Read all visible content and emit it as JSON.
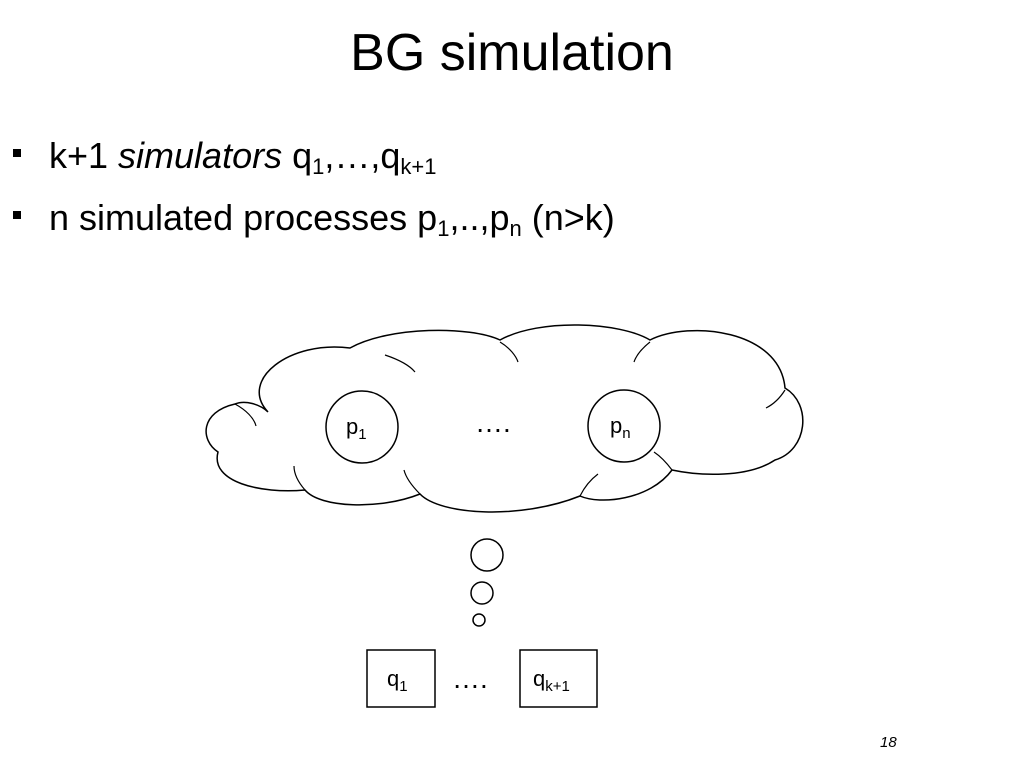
{
  "slide": {
    "title": "BG simulation",
    "page_number": "18"
  },
  "bullets": [
    {
      "pre": "k+1 ",
      "italic": "simulators",
      "q_sym": " q",
      "q_sub1": "1",
      "mid": ",…,q",
      "q_sub2": "k+1"
    },
    {
      "pre": "n simulated processes p",
      "p_sub1": "1",
      "mid": ",..,p",
      "p_sub2": "n",
      "post": " (n>k)"
    }
  ],
  "diagram": {
    "cloud_nodes": [
      {
        "base": "p",
        "sub": "1"
      },
      {
        "base": "p",
        "sub": "n"
      }
    ],
    "cloud_ellipsis": "….",
    "simulator_nodes": [
      {
        "base": "q",
        "sub": "1"
      },
      {
        "base": "q",
        "sub": "k+1"
      }
    ],
    "simulator_ellipsis": "…."
  }
}
